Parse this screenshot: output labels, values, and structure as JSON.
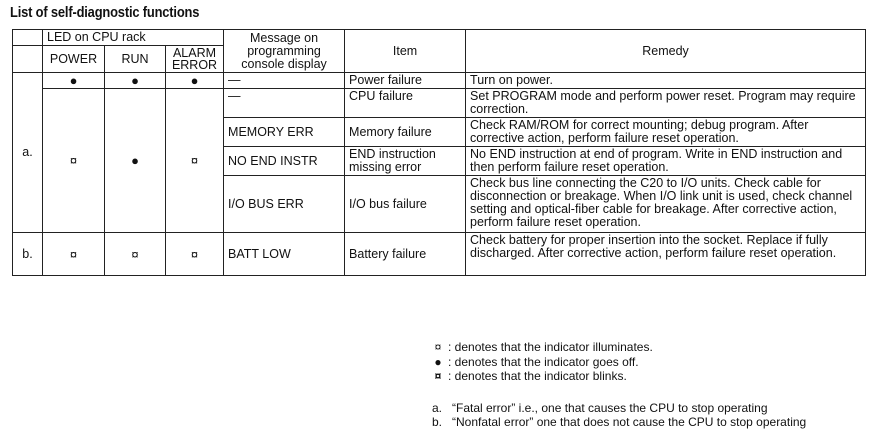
{
  "title": "List of self-diagnostic functions",
  "table": {
    "headers": {
      "led_group": "LED on CPU rack",
      "power": "POWER",
      "run": "RUN",
      "alarm_error": "ALARM ERROR",
      "message": "Message on programming console display",
      "item": "Item",
      "remedy": "Remedy"
    },
    "symbols": {
      "illuminates": "¤",
      "off": "●",
      "blinks": "¤",
      "dash": "—"
    },
    "categories": {
      "a": "a.",
      "b": "b."
    },
    "rows": [
      {
        "message": "—",
        "item": "Power failure",
        "remedy": "Turn on power."
      },
      {
        "message": "—",
        "item": "CPU failure",
        "remedy": "Set PROGRAM mode and perform power reset. Program may require correction."
      },
      {
        "message": "MEMORY ERR",
        "item": "Memory failure",
        "remedy": "Check RAM/ROM for correct mounting; debug program. After corrective action, perform failure reset operation."
      },
      {
        "message": "NO END INSTR",
        "item": "END instruction missing error",
        "remedy": "No END instruction at end of program. Write in END instruction and then perform failure reset operation."
      },
      {
        "message": "I/O BUS ERR",
        "item": "I/O bus failure",
        "remedy": "Check bus line connecting the C20 to I/O units. Check cable for disconnection or breakage. When I/O link unit is used, check channel setting and optical-fiber cable for breakage. After corrective action, perform failure reset operation."
      },
      {
        "message": "BATT LOW",
        "item": "Battery failure",
        "remedy": "Check battery for proper insertion into the socket. Replace if fully discharged. After corrective action, perform failure reset operation."
      }
    ]
  },
  "legend": [
    {
      "symbol": "¤",
      "text": ": denotes that the indicator illuminates."
    },
    {
      "symbol": "●",
      "text": ": denotes that the indicator goes off."
    },
    {
      "symbol": "¤",
      "text": ": denotes that the indicator blinks."
    }
  ],
  "notes": [
    {
      "label": "a.",
      "text": "“Fatal error” i.e., one that causes the CPU to stop operating"
    },
    {
      "label": "b.",
      "text": "“Nonfatal error” one that does not cause the CPU to stop operating"
    }
  ]
}
